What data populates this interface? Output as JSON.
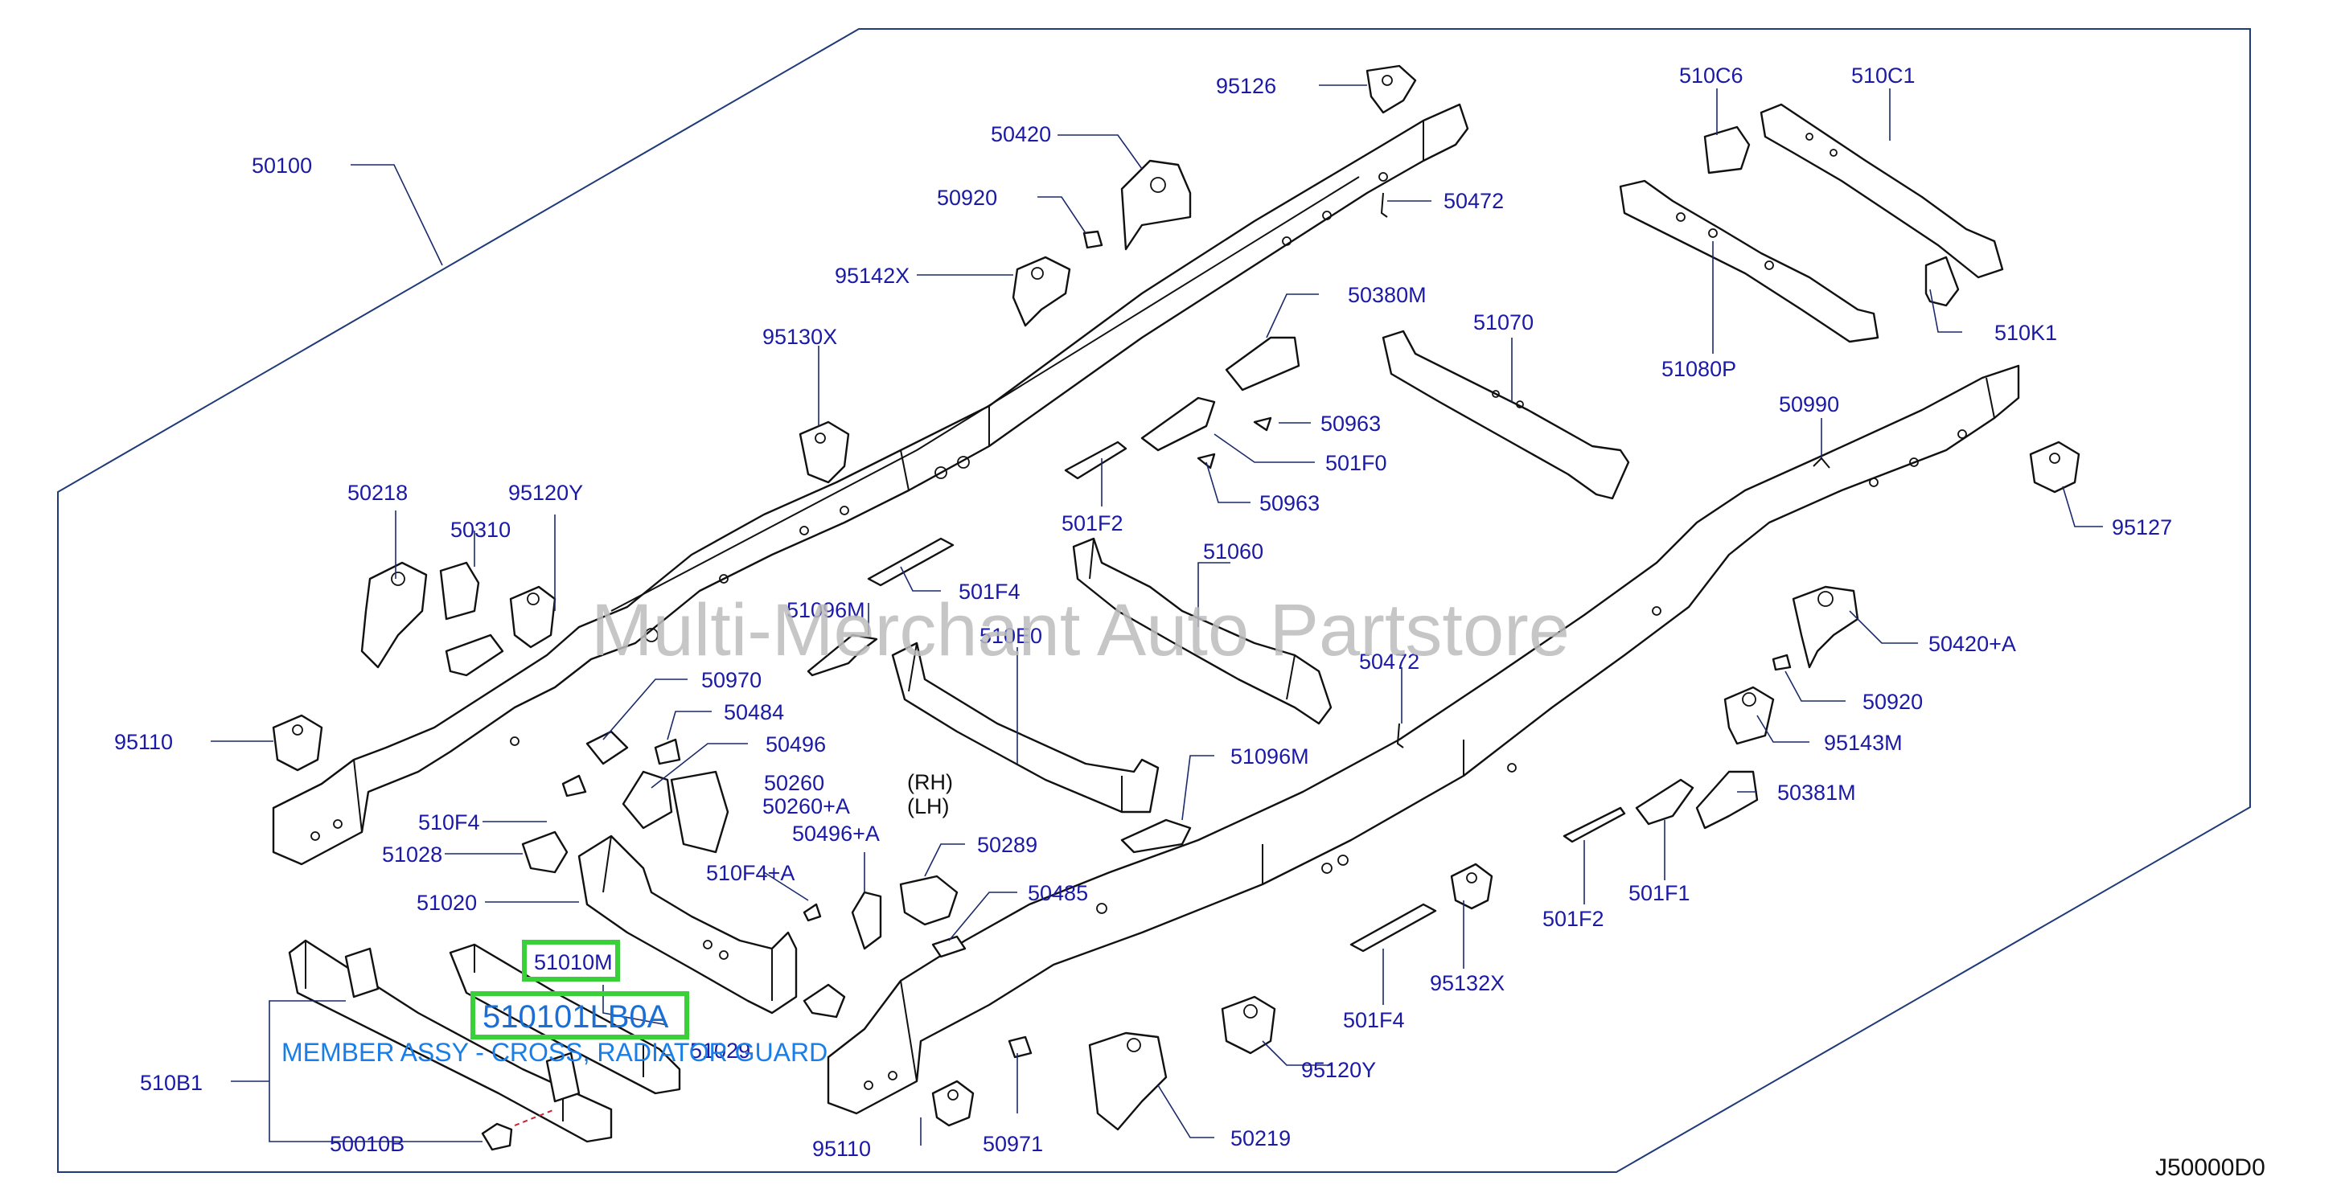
{
  "watermark": "Multi-Merchant Auto Partstore",
  "diagram_id": "J50000D0",
  "highlight": {
    "callout": "51010M",
    "part_number": "510101LB0A",
    "description": "MEMBER ASSY - CROSS, RADIATOR GUARD"
  },
  "side_labels": {
    "rh": "(RH)",
    "lh": "(LH)"
  },
  "labels": [
    {
      "id": "l-50100",
      "text": "50100"
    },
    {
      "id": "l-95126",
      "text": "95126"
    },
    {
      "id": "l-50420",
      "text": "50420"
    },
    {
      "id": "l-50920",
      "text": "50920"
    },
    {
      "id": "l-50472a",
      "text": "50472"
    },
    {
      "id": "l-95142x",
      "text": "95142X"
    },
    {
      "id": "l-95130x",
      "text": "95130X"
    },
    {
      "id": "l-50380m",
      "text": "50380M"
    },
    {
      "id": "l-51070",
      "text": "51070"
    },
    {
      "id": "l-510c6",
      "text": "510C6"
    },
    {
      "id": "l-510c1",
      "text": "510C1"
    },
    {
      "id": "l-510k1",
      "text": "510K1"
    },
    {
      "id": "l-51080p",
      "text": "51080P"
    },
    {
      "id": "l-50990",
      "text": "50990"
    },
    {
      "id": "l-50963a",
      "text": "50963"
    },
    {
      "id": "l-501f0",
      "text": "501F0"
    },
    {
      "id": "l-50963b",
      "text": "50963"
    },
    {
      "id": "l-501f2a",
      "text": "501F2"
    },
    {
      "id": "l-95127",
      "text": "95127"
    },
    {
      "id": "l-50218",
      "text": "50218"
    },
    {
      "id": "l-95120ya",
      "text": "95120Y"
    },
    {
      "id": "l-50310",
      "text": "50310"
    },
    {
      "id": "l-501f4a",
      "text": "501F4"
    },
    {
      "id": "l-51060",
      "text": "51060"
    },
    {
      "id": "l-51096ma",
      "text": "51096M"
    },
    {
      "id": "l-510e0",
      "text": "510E0"
    },
    {
      "id": "l-50420a",
      "text": "50420+A"
    },
    {
      "id": "l-50472b",
      "text": "50472"
    },
    {
      "id": "l-50920b",
      "text": "50920"
    },
    {
      "id": "l-50970",
      "text": "50970"
    },
    {
      "id": "l-95110a",
      "text": "95110"
    },
    {
      "id": "l-50484",
      "text": "50484"
    },
    {
      "id": "l-50496",
      "text": "50496"
    },
    {
      "id": "l-51096mb",
      "text": "51096M"
    },
    {
      "id": "l-95143m",
      "text": "95143M"
    },
    {
      "id": "l-50260",
      "text": "50260"
    },
    {
      "id": "l-50260a",
      "text": "50260+A"
    },
    {
      "id": "l-510f4",
      "text": "510F4"
    },
    {
      "id": "l-50381m",
      "text": "50381M"
    },
    {
      "id": "l-50496a",
      "text": "50496+A"
    },
    {
      "id": "l-51028",
      "text": "51028"
    },
    {
      "id": "l-50289",
      "text": "50289"
    },
    {
      "id": "l-510f4a",
      "text": "510F4+A"
    },
    {
      "id": "l-51020",
      "text": "51020"
    },
    {
      "id": "l-50485",
      "text": "50485"
    },
    {
      "id": "l-501f1",
      "text": "501F1"
    },
    {
      "id": "l-501f2b",
      "text": "501F2"
    },
    {
      "id": "l-95132x",
      "text": "95132X"
    },
    {
      "id": "l-51029",
      "text": "51029"
    },
    {
      "id": "l-501f4b",
      "text": "501F4"
    },
    {
      "id": "l-510b1",
      "text": "510B1"
    },
    {
      "id": "l-95120yb",
      "text": "95120Y"
    },
    {
      "id": "l-50010b",
      "text": "50010B"
    },
    {
      "id": "l-95110b",
      "text": "95110"
    },
    {
      "id": "l-50971",
      "text": "50971"
    },
    {
      "id": "l-50219",
      "text": "50219"
    }
  ]
}
